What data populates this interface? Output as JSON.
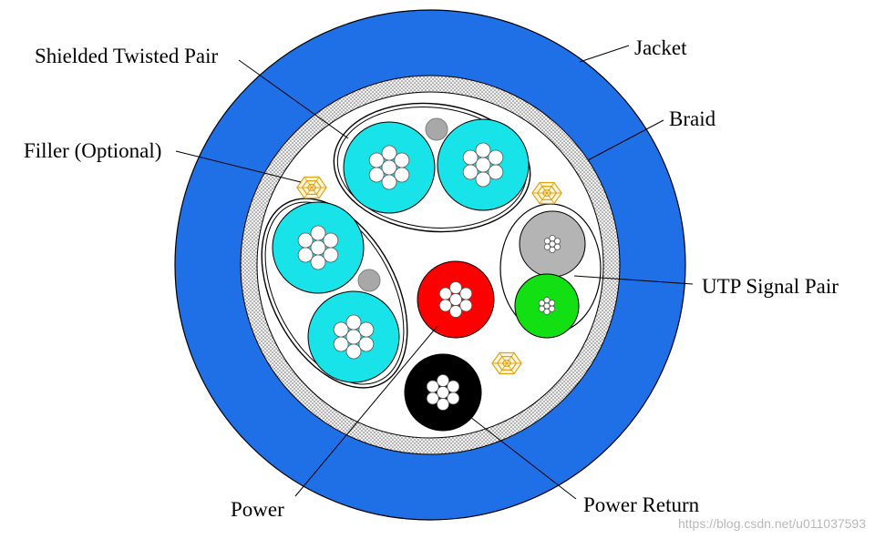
{
  "labels": {
    "shielded_twisted_pair": "Shielded Twisted Pair",
    "jacket": "Jacket",
    "braid": "Braid",
    "filler": "Filler (Optional)",
    "utp_signal_pair": "UTP Signal Pair",
    "power": "Power",
    "power_return": "Power Return"
  },
  "watermark": "https://blog.csdn.net/u011037593",
  "colors": {
    "jacket": "#1f6fe6",
    "braid": "#d9d9d9",
    "core_fill": "#ffffff",
    "shielded_conductor": "#17e3e8",
    "drain_wire": "#a8a8a8",
    "power": "#ff0000",
    "power_return": "#000000",
    "utp_gray": "#b4b4b4",
    "utp_green": "#12e012",
    "filler_outline": "#e2a316"
  }
}
